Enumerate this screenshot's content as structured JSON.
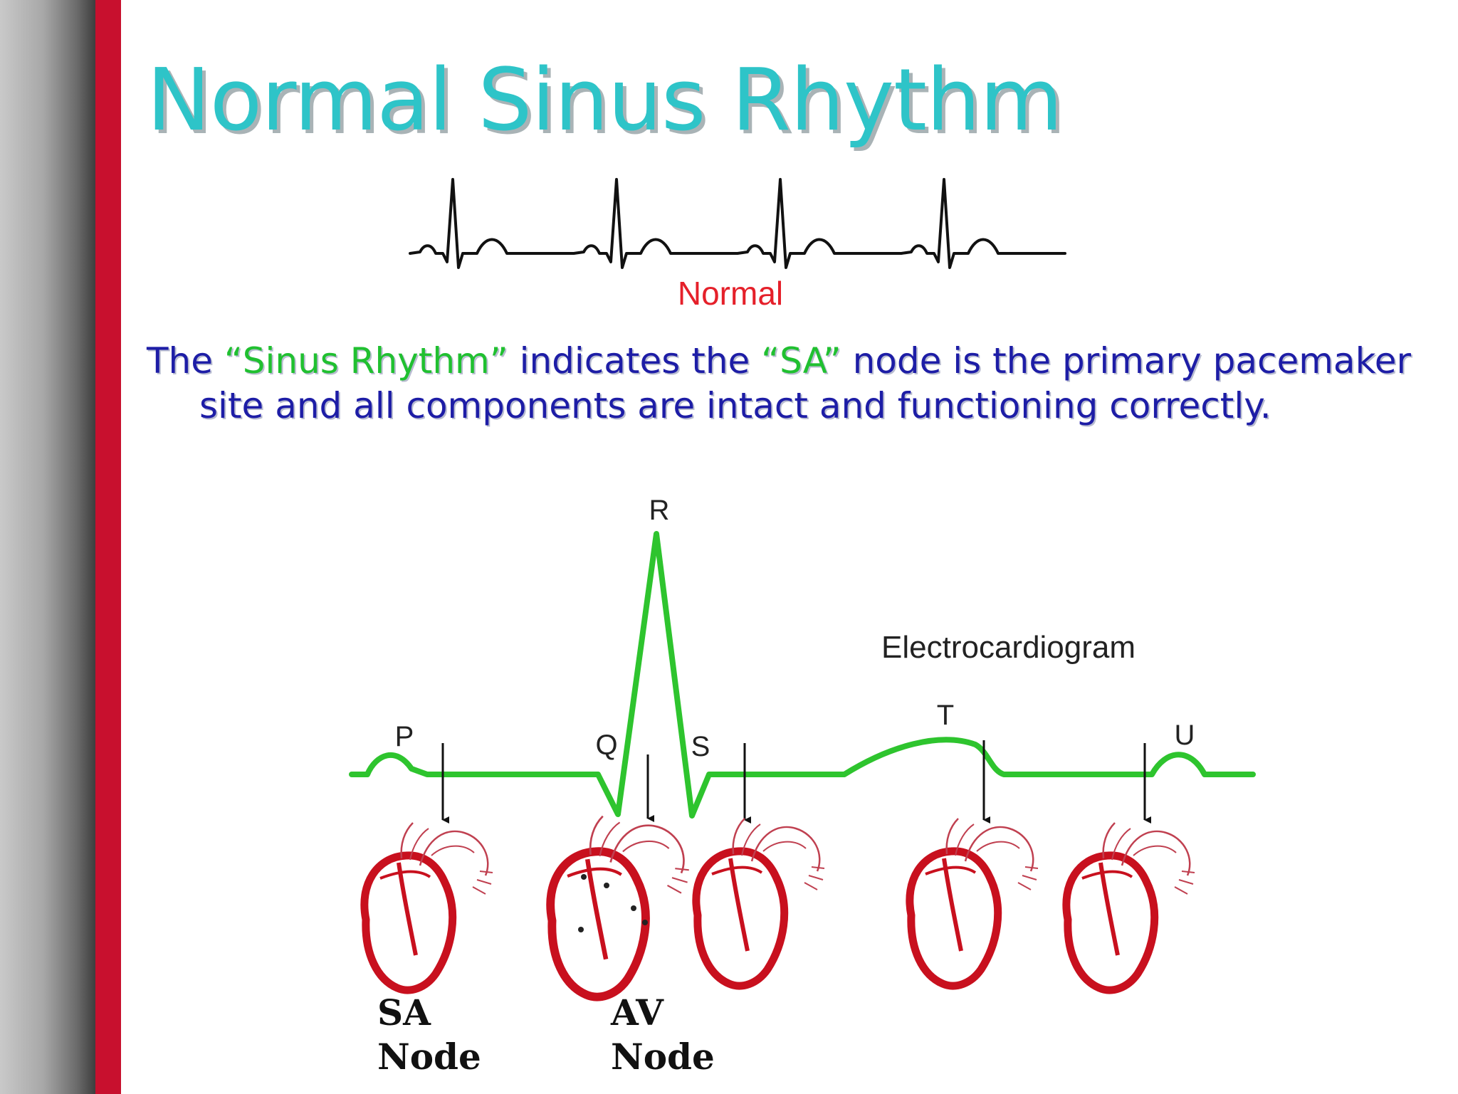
{
  "slide": {
    "title": "Normal Sinus Rhythm",
    "body": {
      "p1": "The ",
      "h1": "“Sinus Rhythm”",
      "p2": " indicates the ",
      "h2": "“SA”",
      "p3": " node is the primary pacemaker site and all components are intact and functioning correctly."
    }
  },
  "rhythm_strip": {
    "caption": "Normal",
    "beats": 4,
    "trace_color": "#111111",
    "caption_color": "#e5202a"
  },
  "ecg_diagram": {
    "title": "Electrocardiogram",
    "waves": [
      "P",
      "Q",
      "R",
      "S",
      "T",
      "U"
    ],
    "trace_color": "#2ec42e",
    "heart_color": "#c8101e",
    "nodes": {
      "sa": [
        "SA",
        "Node"
      ],
      "av": [
        "AV",
        "Node"
      ]
    }
  },
  "colors": {
    "title": "#2ec4c8",
    "body_text": "#1d1da6",
    "highlight": "#20c030",
    "stripe": "#c8102e"
  }
}
